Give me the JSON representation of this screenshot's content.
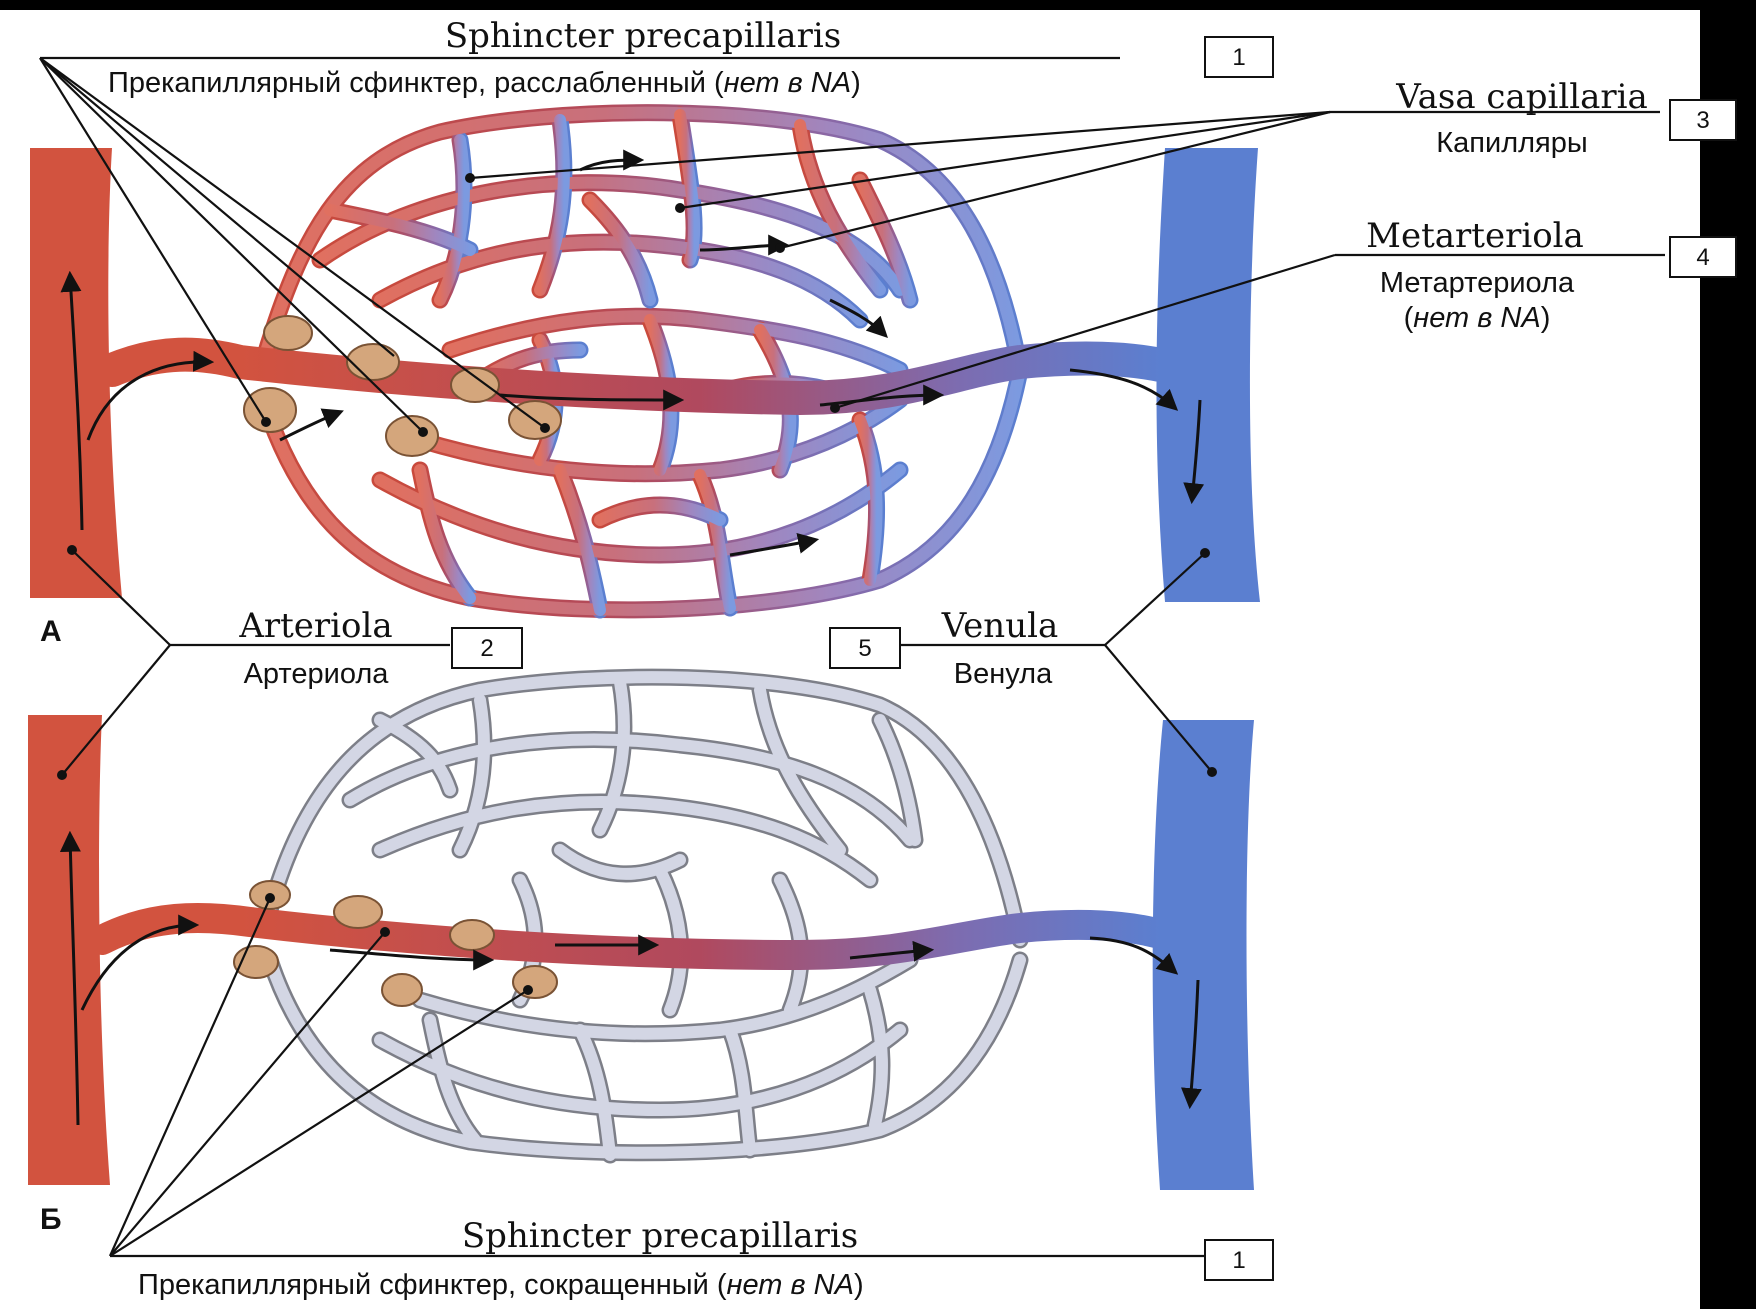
{
  "labels": {
    "sphincter_top_latin": "Sphincter precapillaris",
    "sphincter_top_ru": "Прекапиллярный сфинктер, расслабленный (",
    "sphincter_top_ru_it": "нет в NA",
    "sphincter_top_ru_end": ")",
    "vasa_latin": "Vasa capillaria",
    "vasa_ru": "Капилляры",
    "metarteriola_latin": "Metarteriola",
    "metarteriola_ru": "Метартериола",
    "metarteriola_ru2_open": "(",
    "metarteriola_ru2_it": "нет в NA",
    "metarteriola_ru2_close": ")",
    "arteriola_latin": "Arteriola",
    "arteriola_ru": "Артериола",
    "venula_latin": "Venula",
    "venula_ru": "Венула",
    "sphincter_bottom_latin": "Sphincter precapillaris",
    "sphincter_bottom_ru": "Прекапиллярный сфинктер, сокращенный (",
    "sphincter_bottom_ru_it": "нет в NA",
    "sphincter_bottom_ru_end": ")"
  },
  "panels": {
    "a": "А",
    "b": "Б"
  },
  "numbers": {
    "sphincter_top": "1",
    "arteriola": "2",
    "vasa": "3",
    "metarteriola": "4",
    "venula": "5",
    "sphincter_bottom": "1"
  },
  "colors": {
    "artery": "#d2533f",
    "vein": "#5b7fd0",
    "closed_capillary": "#d3d6e4",
    "sphincter": "#d4a67c",
    "background": "#000000"
  }
}
